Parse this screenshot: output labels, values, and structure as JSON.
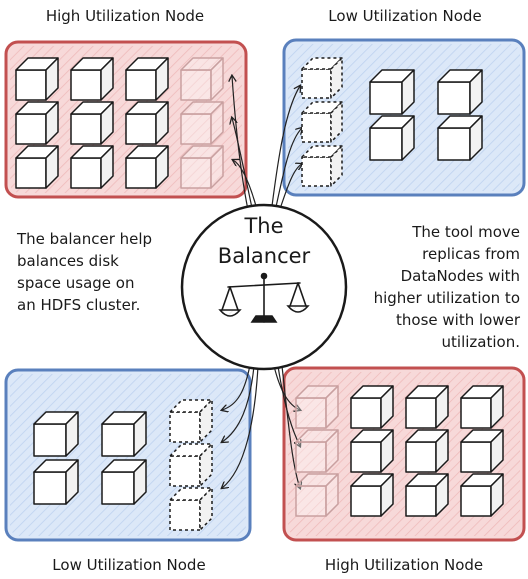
{
  "nodes": {
    "top_left": {
      "label": "High Utilization Node"
    },
    "top_right": {
      "label": "Low Utilization Node"
    },
    "bottom_left": {
      "label": "Low Utilization Node"
    },
    "bottom_right": {
      "label": "High Utilization Node"
    }
  },
  "center": {
    "title_line1": "The",
    "title_line2": "Balancer",
    "icon": "scale-icon"
  },
  "notes": {
    "left": "The balancer help balances disk space usage on an HDFS cluster.",
    "right": "The tool move replicas from DataNodes with higher utilization to those with lower utilization."
  },
  "colors": {
    "high_fill": "#f7d9d9",
    "high_stroke": "#c25050",
    "low_fill": "#dce8f8",
    "low_stroke": "#5a80bd"
  }
}
